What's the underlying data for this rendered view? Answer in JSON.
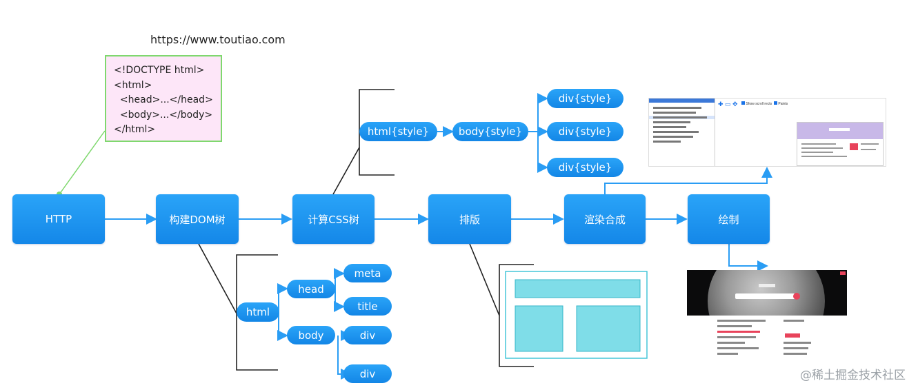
{
  "url": "https://www.toutiao.com",
  "code_lines": [
    "<!DOCTYPE html>",
    "<html>",
    "  <head>...</head>",
    "  <body>...</body>",
    "</html>"
  ],
  "stages": {
    "http": "HTTP",
    "build_dom": "构建DOM树",
    "compute_css": "计算CSS树",
    "layout": "排版",
    "render_composite": "渲染合成",
    "paint": "绘制"
  },
  "css_tree": {
    "html": "html{style}",
    "body": "body{style}",
    "divs": [
      "div{style}",
      "div{style}",
      "div{style}"
    ]
  },
  "dom_tree": {
    "html": "html",
    "head": "head",
    "body": "body",
    "meta": "meta",
    "title": "title",
    "divs": [
      "div",
      "div"
    ]
  },
  "devtools": {
    "options": [
      "Show scroll rects",
      "Paints"
    ]
  },
  "colors": {
    "node_blue": "#1a8ff0",
    "connector": "#2a9df4",
    "note_border": "#7fd86e",
    "note_fill": "#fde6f8",
    "layout_teal": "#7fdde8"
  },
  "watermark": "@稀土掘金技术社区"
}
